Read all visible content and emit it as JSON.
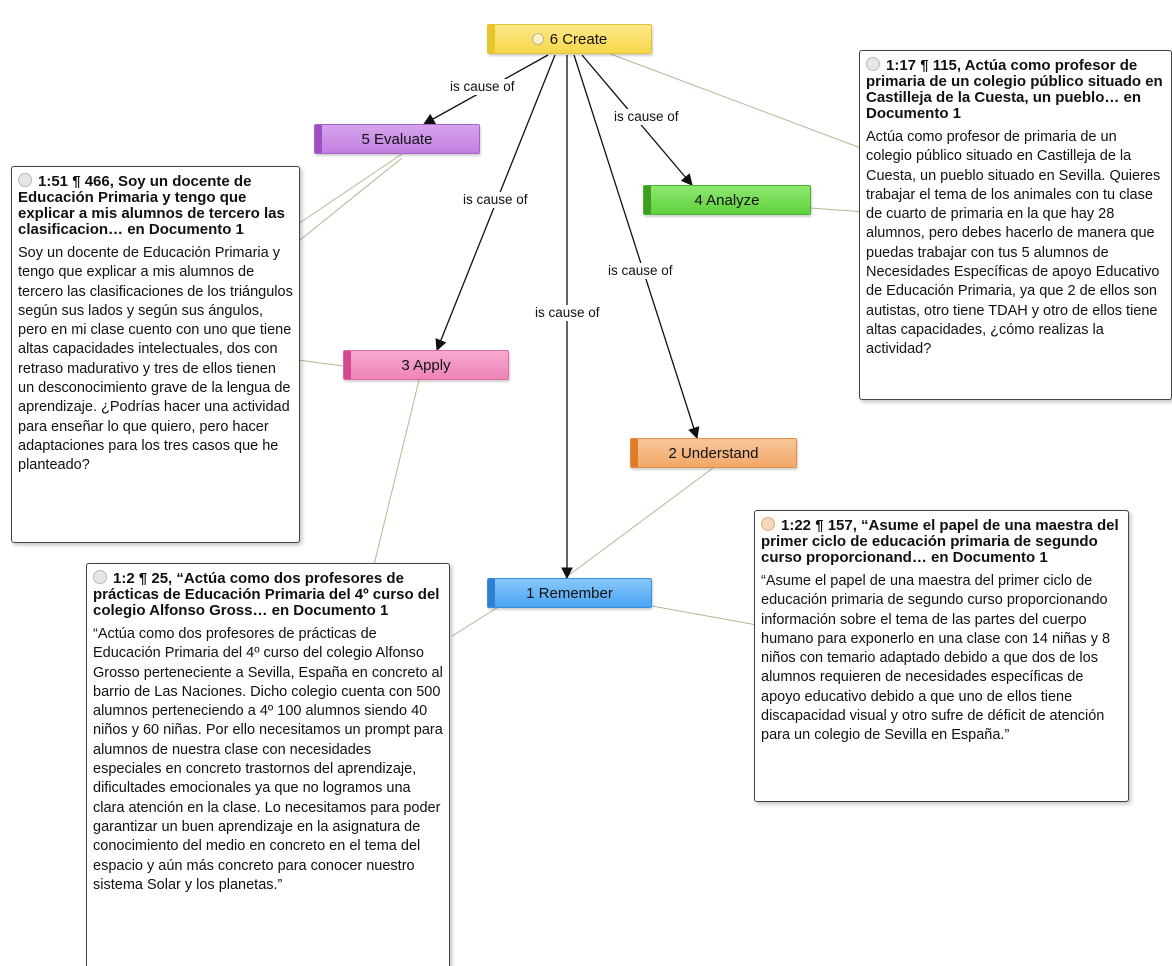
{
  "nodes": {
    "create": "6 Create",
    "evaluate": "5 Evaluate",
    "analyze": "4 Analyze",
    "apply": "3 Apply",
    "understand": "2 Understand",
    "remember": "1 Remember"
  },
  "edges": {
    "create_evaluate": "is cause of",
    "create_analyze": "is cause of",
    "create_apply": "is cause of",
    "create_understand": "is cause of",
    "create_remember": "is cause of"
  },
  "quotations": {
    "q1_51": {
      "title": "1:51 ¶ 466, Soy un docente de Educación Primaria y tengo que explicar a mis alumnos de tercero las clasificacion… en Documento 1",
      "text": "Soy un docente de Educación Primaria y tengo que explicar a mis alumnos de tercero las clasificaciones de los triángulos según sus lados y según sus ángulos, pero en mi clase cuento con uno que tiene altas capacidades intelectuales, dos con retraso madurativo y tres de ellos tienen un desconocimiento grave de la lengua de aprendizaje. ¿Podrías hacer una actividad para enseñar lo que quiero, pero hacer adaptaciones para los tres casos que he planteado?"
    },
    "q1_17": {
      "title": "1:17 ¶ 115, Actúa como profesor de primaria de un colegio público situado en Castilleja de la Cuesta, un pueblo… en Documento 1",
      "text": "Actúa como profesor de primaria de un colegio público situado en Castilleja de la Cuesta, un pueblo situado en Sevilla. Quieres trabajar el tema de los animales con tu clase de cuarto de primaria en la que hay 28 alumnos, pero debes hacerlo de manera que puedas trabajar con tus 5 alumnos de Necesidades Específicas de apoyo Educativo de Educación Primaria, ya que 2 de ellos son autistas, otro tiene TDAH y otro de ellos tiene altas capacidades, ¿cómo realizas la actividad?"
    },
    "q1_22": {
      "title": "1:22 ¶ 157, “Asume el papel de una maestra del primer ciclo de educación primaria de segundo curso proporcionand… en Documento 1",
      "text": "“Asume el papel de una maestra del primer ciclo de educación primaria de segundo curso proporcionando información sobre el tema de las partes del cuerpo humano para exponerlo en una clase con 14 niñas y 8 niños con temario adaptado debido a que dos de los alumnos requieren de necesidades específicas de apoyo educativo debido a que uno de ellos tiene discapacidad visual y otro sufre de déficit de atención para un colegio de Sevilla en España.”"
    },
    "q1_2": {
      "title": "1:2 ¶ 25, “Actúa como dos profesores de prácticas de Educación Primaria del 4º curso del colegio Alfonso Gross… en Documento 1",
      "text": "“Actúa como dos profesores de prácticas de Educación Primaria del 4º curso del colegio Alfonso Grosso perteneciente a Sevilla, España en concreto al barrio de Las Naciones. Dicho colegio cuenta con 500 alumnos perteneciendo a 4º 100 alumnos siendo 40 niños y 60 niñas. Por ello necesitamos un prompt para alumnos de nuestra clase con necesidades especiales en concreto trastornos del aprendizaje, dificultades emocionales ya que no logramos una clara atención en la clase. Lo necesitamos para poder garantizar un buen aprendizaje en la asignatura de conocimiento del medio en concreto en el tema del espacio y aún más concreto para conocer nuestro sistema Solar y los planetas.”"
    }
  }
}
